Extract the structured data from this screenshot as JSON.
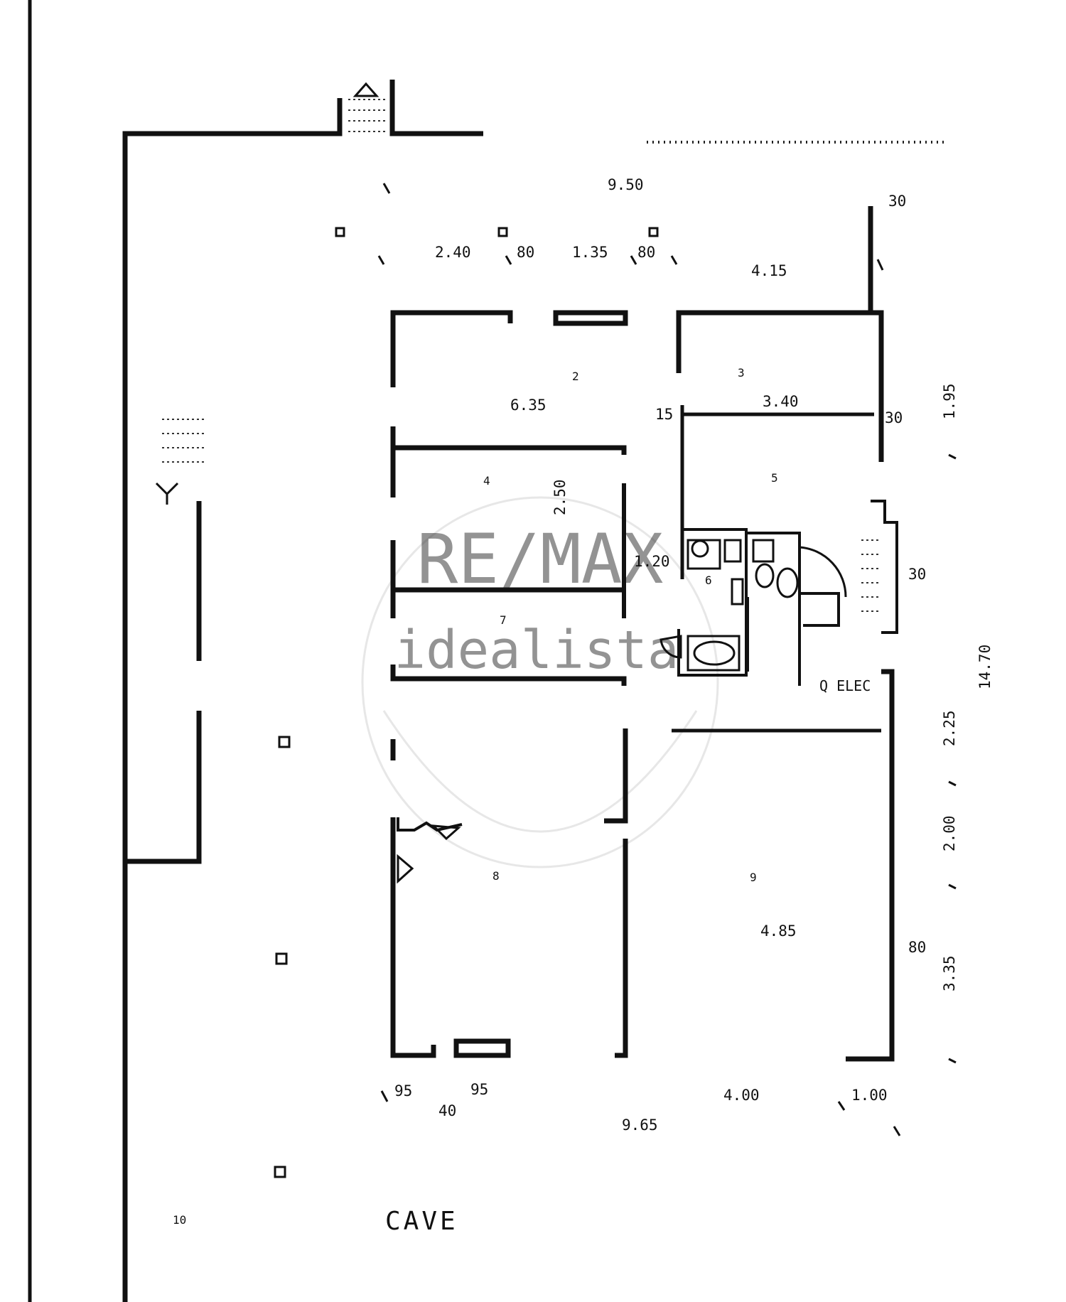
{
  "plan": {
    "floor_label": "CAVE",
    "electrical_label": "Q ELEC",
    "rooms": [
      {
        "id": "room-2",
        "label": "2"
      },
      {
        "id": "room-3",
        "label": "3"
      },
      {
        "id": "room-4",
        "label": "4"
      },
      {
        "id": "room-5",
        "label": "5"
      },
      {
        "id": "room-6",
        "label": "6"
      },
      {
        "id": "room-7",
        "label": "7"
      },
      {
        "id": "room-8",
        "label": "8"
      },
      {
        "id": "room-9",
        "label": "9"
      },
      {
        "id": "room-10",
        "label": "10"
      }
    ],
    "dimensions": {
      "top_total": "9.50",
      "top_right": "30",
      "top_2_40": "2.40",
      "top_80a": "80",
      "top_1_35": "1.35",
      "top_80b": "80",
      "top_4_15": "4.15",
      "room2_width": "6.35",
      "room3_width": "3.40",
      "right_30a": "30",
      "right_30b": "30",
      "right_2_25": "2.25",
      "right_2_00": "2.00",
      "right_80": "80",
      "right_3_35": "3.35",
      "right_total": "14.70",
      "right_1_95": "1.95",
      "left_2_50": "2.50",
      "door_15": "15",
      "room9_width": "4.85",
      "bottom_95": "95",
      "bottom_40": "40",
      "bottom_95b": "95",
      "bottom_4_00": "4.00",
      "bottom_1_00": "1.00",
      "bottom_total": "9.65",
      "room1_20": "1.20"
    }
  },
  "watermarks": {
    "brand_top": "RE/MAX",
    "brand_bottom": "idealista"
  },
  "colors": {
    "ink": "#111111",
    "paper": "#ffffff",
    "watermark": "#bdbdbd"
  }
}
